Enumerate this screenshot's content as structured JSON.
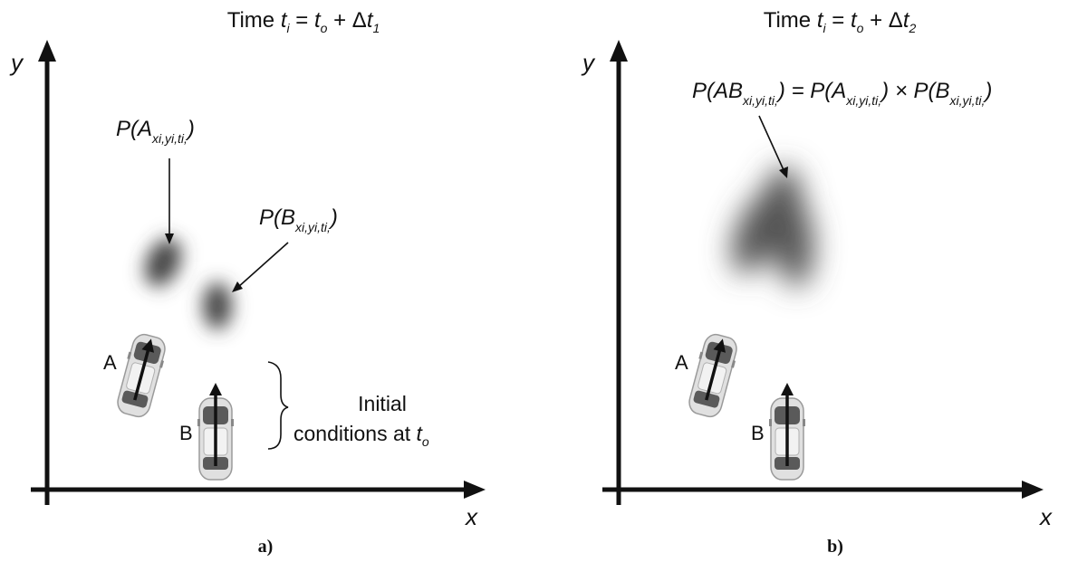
{
  "panels": [
    {
      "title": {
        "prefix": "Time ",
        "t": "t",
        "i": "i",
        "eq": " = ",
        "t2": "t",
        "o": "o",
        "plus": " + Δ",
        "t3": "t",
        "sub": "1"
      },
      "axis_y": "y",
      "axis_x": "x",
      "label_A": "P(A",
      "label_B": "P(B",
      "sub_xyt": "xi,yi,ti,",
      "close": ")",
      "car_a": "A",
      "car_b": "B",
      "initial_line1": "Initial",
      "initial_line2": "conditions at ",
      "initial_t": "t",
      "initial_o": "o",
      "caption": "a)"
    },
    {
      "title": {
        "prefix": "Time ",
        "t": "t",
        "i": "i",
        "eq": " = ",
        "t2": "t",
        "o": "o",
        "plus": " + Δ",
        "t3": "t",
        "sub": "2"
      },
      "axis_y": "y",
      "axis_x": "x",
      "formula_p1": "P(AB",
      "formula_eq": ") = P(A",
      "formula_x": ") × P(B",
      "sub_xyt": "xi,yi,ti,",
      "close": ")",
      "car_a": "A",
      "car_b": "B",
      "caption": "b)"
    }
  ],
  "colors": {
    "axis": "#111111",
    "blob": "#555555",
    "car_body": "#dcdcdc",
    "car_window": "#555555"
  }
}
